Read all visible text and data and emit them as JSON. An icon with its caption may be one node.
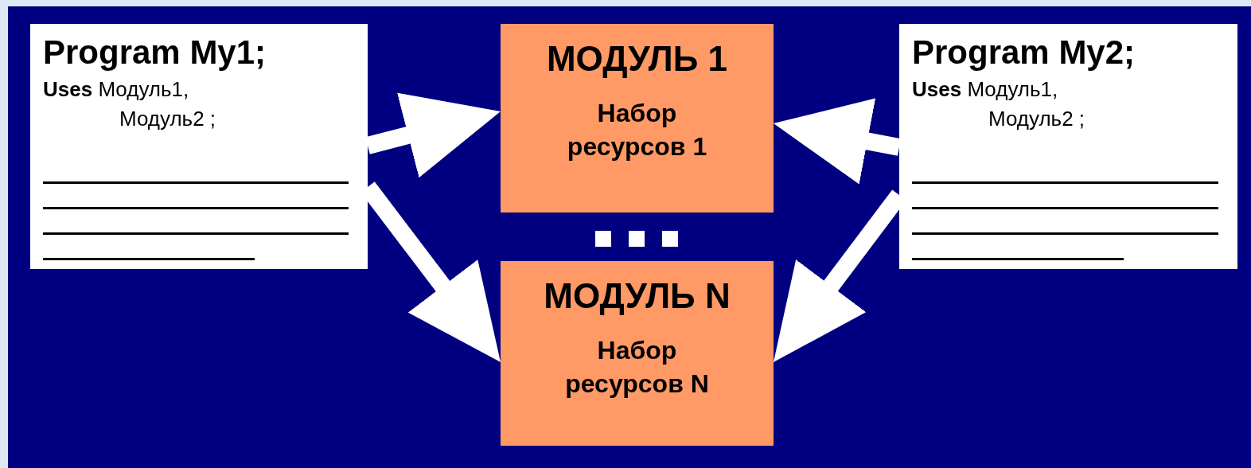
{
  "diagram": {
    "nodes": [
      {
        "text": [
          "Program My1;",
          "**Uses** Модуль1, Модуль2 ;"
        ]
      },
      {
        "text": [
          "МОДУЛЬ 1",
          "Набор ресурсов 1"
        ]
      },
      {
        "text": [
          "МОДУЛЬ N",
          "Набор ресурсов N"
        ]
      },
      {
        "text": [
          "Program My2;",
          "**Uses** Модуль1, Модуль2 ;"
        ]
      }
    ],
    "edges": [
      {
        "from": 0,
        "to": 1,
        "arrow": "to"
      },
      {
        "from": 0,
        "to": 2,
        "arrow": "to"
      },
      {
        "from": 3,
        "to": 1,
        "arrow": "to"
      },
      {
        "from": 3,
        "to": 2,
        "arrow": "to"
      }
    ]
  }
}
